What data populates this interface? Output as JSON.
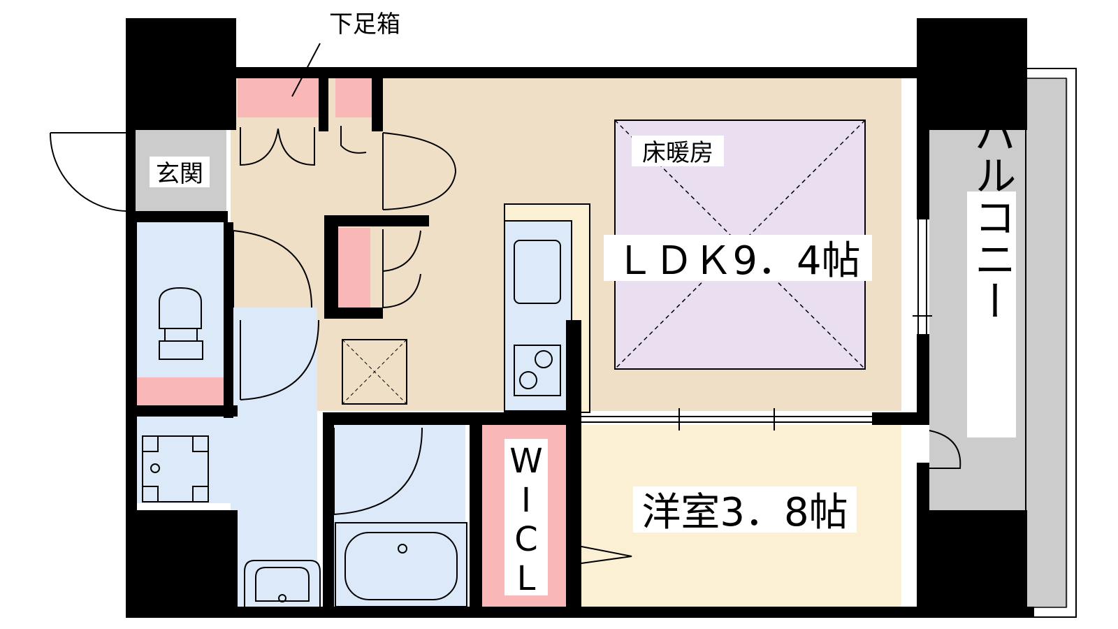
{
  "labels": {
    "shoe_box": "下足箱",
    "entrance": "玄関",
    "floor_heating": "床暖房",
    "ldk": "ＬＤＫ9．4帖",
    "balcony": "バルコニー",
    "wic": [
      "W",
      "I",
      "C",
      "L"
    ],
    "western_room": "洋室3．8帖"
  },
  "colors": {
    "wall": "#000000",
    "ldk_floor": "#efdfc7",
    "western_floor": "#fbf0d3",
    "wet_area": "#dce9f8",
    "storage": "#f9b7b8",
    "floor_heating": "#eadff1",
    "entrance": "#cccccc",
    "balcony": "#cccccc"
  }
}
